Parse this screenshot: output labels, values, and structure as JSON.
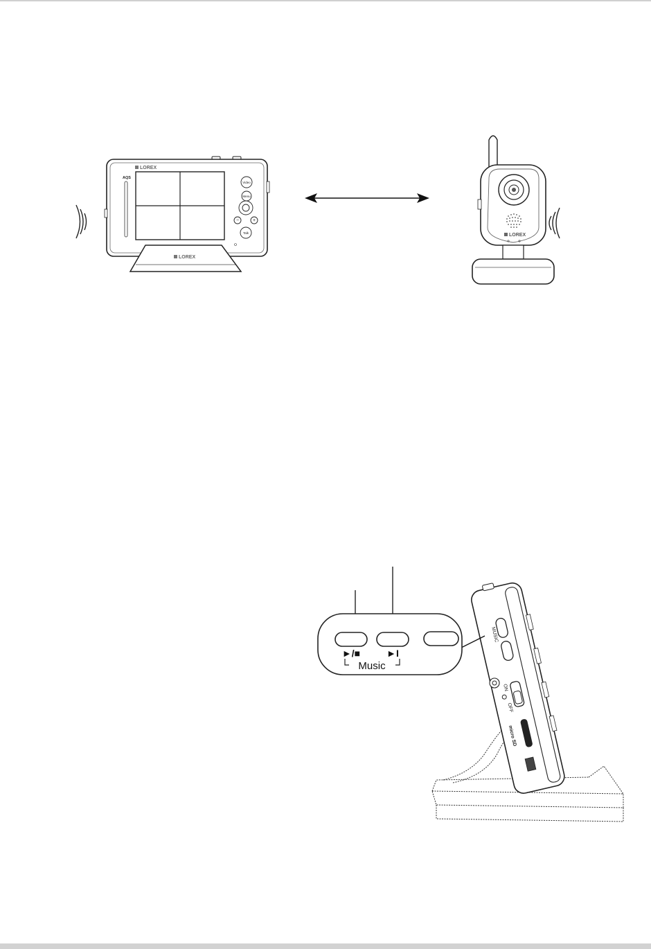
{
  "monitor": {
    "brand": "LOREX",
    "stand_brand": "LOREX",
    "aqs_label": "AQS",
    "buttons": {
      "video": "Video",
      "menu": "Menu",
      "minus": "−",
      "plus": "+",
      "talk": "Talk"
    }
  },
  "camera": {
    "brand": "LOREX"
  },
  "music_callout": {
    "play_stop": "►/■",
    "next": "►I",
    "label": "Music"
  },
  "side_view": {
    "music_label": "MUSIC",
    "on_label": "ON",
    "off_label": "OFF",
    "sd_label": "micro SD"
  }
}
